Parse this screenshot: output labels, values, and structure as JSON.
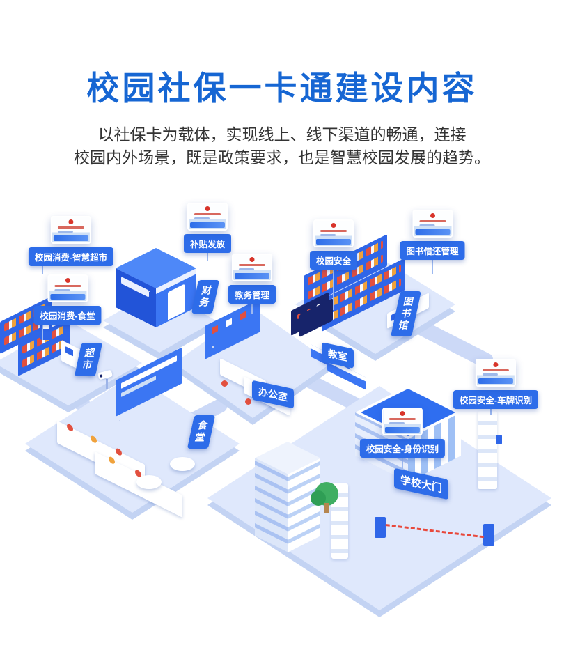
{
  "header": {
    "title": "校园社保一卡通建设内容",
    "subtitle_line1": "以社保卡为载体，实现线上、线下渠道的畅通，连接",
    "subtitle_line2": "校园内外场景，既是政策要求，也是智慧校园发展的趋势。"
  },
  "colors": {
    "title_blue": "#1666d3",
    "label_blue": "#2d6ce9",
    "building_blue": "#3b76f3",
    "deep_blue": "#2254d8",
    "platform_blue": "#dfe8fc",
    "accent_red": "#e2503f",
    "text_dark": "#333333"
  },
  "icons": {
    "card": "social-security-card"
  },
  "callouts": [
    {
      "id": "smart-market",
      "label": "校园消费-智慧超市"
    },
    {
      "id": "canteen-consume",
      "label": "校园消费-食堂"
    },
    {
      "id": "subsidy",
      "label": "补贴发放"
    },
    {
      "id": "academic",
      "label": "教务管理"
    },
    {
      "id": "campus-safety",
      "label": "校园安全"
    },
    {
      "id": "library-borrow",
      "label": "图书借还管理"
    },
    {
      "id": "plate-recognition",
      "label": "校园安全-车牌识别"
    },
    {
      "id": "identity-recognition",
      "label": "校园安全-身份识别"
    }
  ],
  "locations": [
    {
      "id": "finance",
      "label": "财务"
    },
    {
      "id": "market",
      "label": "超市"
    },
    {
      "id": "canteen",
      "label": "食堂"
    },
    {
      "id": "office",
      "label": "办公室"
    },
    {
      "id": "classroom",
      "label": "教室"
    },
    {
      "id": "library",
      "label": "图书馆"
    },
    {
      "id": "school-gate",
      "label": "学校大门"
    }
  ]
}
